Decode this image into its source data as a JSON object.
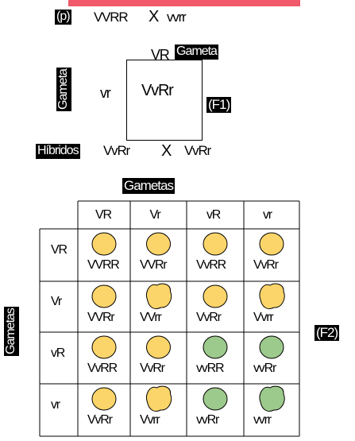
{
  "colors": {
    "accent_bar": "#f05a6b",
    "yellow": "#fcd56a",
    "green": "#9cc98c",
    "outline": "#000000"
  },
  "parental": {
    "label": "(p)",
    "left": "VVRR",
    "cross": "X",
    "right": "vvrr"
  },
  "f1_square": {
    "gamete_top": "VR",
    "gamete_top_tag": "Gameta",
    "gamete_left": "vr",
    "gamete_left_tag": "Gameta",
    "result": "VvRr",
    "generation_tag": "(F1)"
  },
  "hybrids": {
    "tag": "Híbridos",
    "left": "VvRr",
    "cross": "X",
    "right": "VvRr"
  },
  "f2": {
    "top_tag": "Gametas",
    "side_tag": "Gametas",
    "generation_tag": "(F2)",
    "columns": [
      "VR",
      "Vr",
      "vR",
      "vr"
    ],
    "rows": [
      {
        "gamete": "VR",
        "cells": [
          {
            "genotype": "VVRR",
            "color": "yellow",
            "shape": "round"
          },
          {
            "genotype": "VVRr",
            "color": "yellow",
            "shape": "round"
          },
          {
            "genotype": "VvRR",
            "color": "yellow",
            "shape": "round"
          },
          {
            "genotype": "VvRr",
            "color": "yellow",
            "shape": "round"
          }
        ]
      },
      {
        "gamete": "Vr",
        "cells": [
          {
            "genotype": "VVRr",
            "color": "yellow",
            "shape": "round"
          },
          {
            "genotype": "VVrr",
            "color": "yellow",
            "shape": "wrinkled"
          },
          {
            "genotype": "VvRr",
            "color": "yellow",
            "shape": "round"
          },
          {
            "genotype": "Vvrr",
            "color": "yellow",
            "shape": "wrinkled"
          }
        ]
      },
      {
        "gamete": "vR",
        "cells": [
          {
            "genotype": "VvRR",
            "color": "yellow",
            "shape": "round"
          },
          {
            "genotype": "VvRr",
            "color": "yellow",
            "shape": "round"
          },
          {
            "genotype": "vvRR",
            "color": "green",
            "shape": "round"
          },
          {
            "genotype": "vvRr",
            "color": "green",
            "shape": "round"
          }
        ]
      },
      {
        "gamete": "vr",
        "cells": [
          {
            "genotype": "VvRr",
            "color": "yellow",
            "shape": "round"
          },
          {
            "genotype": "Vvrr",
            "color": "yellow",
            "shape": "wrinkled"
          },
          {
            "genotype": "vvRr",
            "color": "green",
            "shape": "round"
          },
          {
            "genotype": "vvrr",
            "color": "green",
            "shape": "wrinkled"
          }
        ]
      }
    ]
  }
}
